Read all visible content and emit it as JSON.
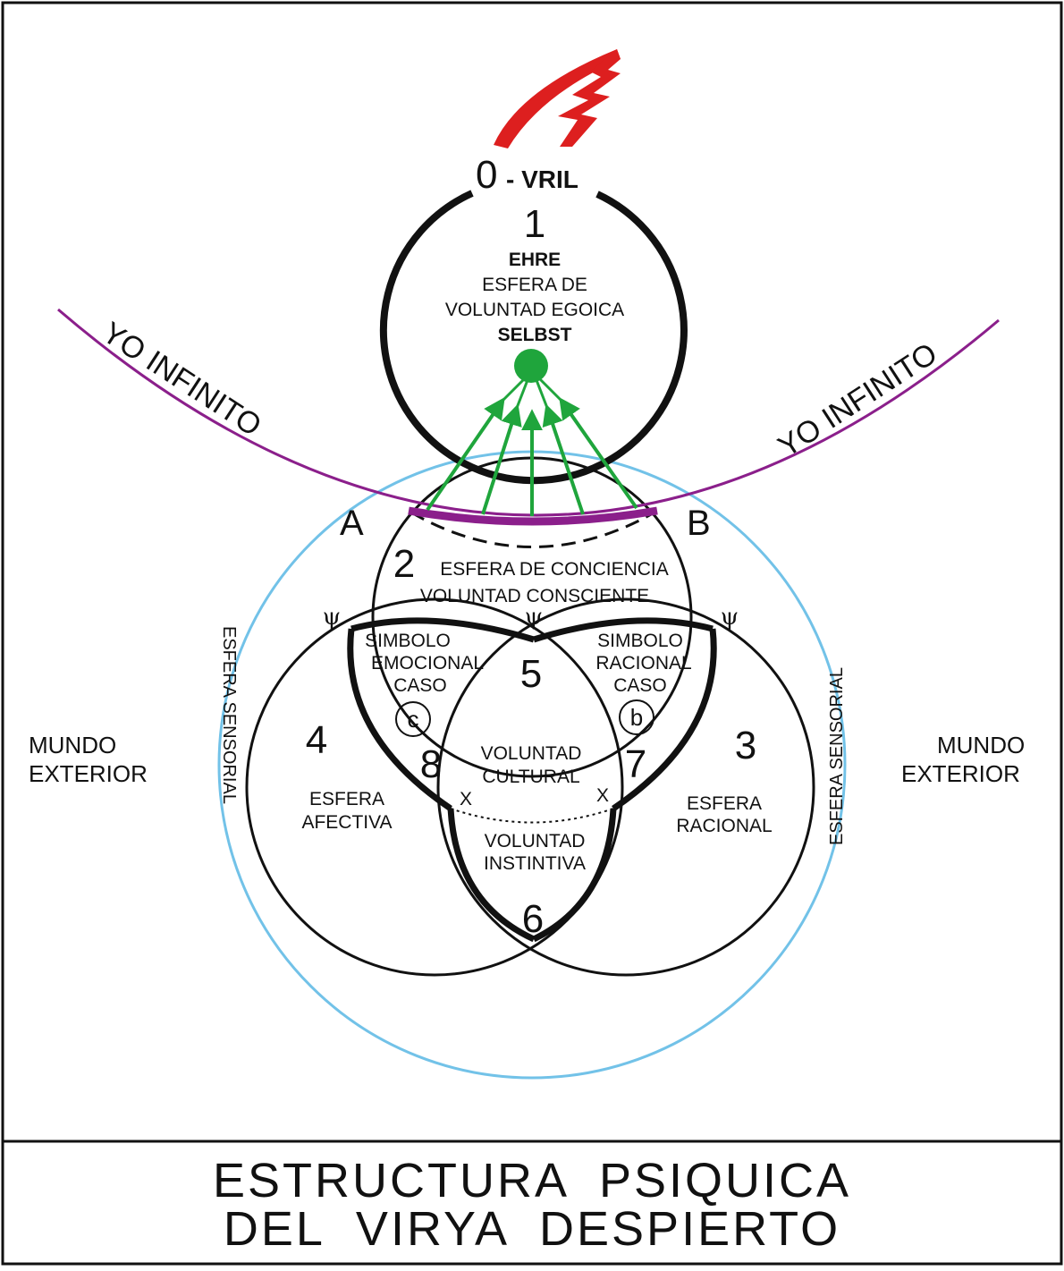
{
  "frame": {
    "border_color": "#111111",
    "background": "#ffffff"
  },
  "colors": {
    "vril_bolt": "#dd1f1f",
    "yo_infinito_arc": "#8b1f8b",
    "sensory_sphere": "#72c2e8",
    "selbst_point": "#1fa53c",
    "lines": "#111111"
  },
  "top": {
    "vril_number": "0",
    "vril_label": "- VRIL",
    "sphere_1": {
      "number": "1",
      "ehre": "EHRE",
      "line1": "ESFERA DE",
      "line2": "VOLUNTAD EGOICA",
      "selbst": "SELBST"
    }
  },
  "yo_infinito": {
    "left": "YO INFINITO",
    "right": "YO INFINITO"
  },
  "points": {
    "a": "A",
    "b": "B"
  },
  "sphere_2": {
    "number": "2",
    "line1": "ESFERA DE CONCIENCIA",
    "line2": "VOLUNTAD CONSCIENTE"
  },
  "psi": {
    "left": "ψ",
    "center": "ψ",
    "right": "ψ"
  },
  "symbols": {
    "emotional": {
      "line1": "SIMBOLO",
      "line2": "EMOCIONAL",
      "line3": "CASO",
      "case_letter": "c"
    },
    "rational": {
      "line1": "SIMBOLO",
      "line2": "RACIONAL",
      "line3": "CASO",
      "case_letter": "b"
    }
  },
  "numbers": {
    "n3": "3",
    "n4": "4",
    "n5": "5",
    "n6": "6",
    "n7": "7",
    "n8": "8"
  },
  "sphere_4": {
    "line1": "ESFERA",
    "line2": "AFECTIVA"
  },
  "sphere_3": {
    "line1": "ESFERA",
    "line2": "RACIONAL"
  },
  "cultural": {
    "line1": "VOLUNTAD",
    "line2": "CULTURAL"
  },
  "instintiva": {
    "line1": "VOLUNTAD",
    "line2": "INSTINTIVA"
  },
  "x_marks": {
    "left": "X",
    "right": "X"
  },
  "sensorial": {
    "left": "ESFERA SENSORIAL",
    "right": "ESFERA SENSORIAL"
  },
  "mundo": {
    "left_line1": "MUNDO",
    "left_line2": "EXTERIOR",
    "right_line1": "MUNDO",
    "right_line2": "EXTERIOR"
  },
  "title": {
    "line1": "ESTRUCTURA  PSIQUICA",
    "line2": "DEL  VIRYA  DESPIERTO"
  }
}
